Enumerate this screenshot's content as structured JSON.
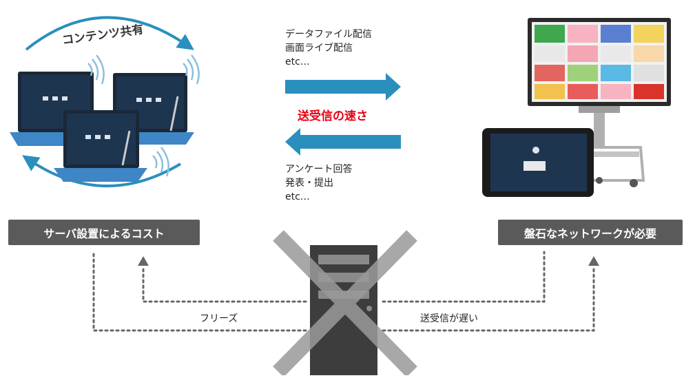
{
  "diagram": {
    "share_label": "コンテンツ共有",
    "downlink_lines": [
      "データファイル配信",
      "画面ライブ配信",
      "etc…"
    ],
    "speed_label": "送受信の速さ",
    "uplink_lines": [
      "アンケート回答",
      "発表・提出",
      "etc…"
    ],
    "server_cost_label": "サーバ設置によるコスト",
    "network_label": "盤石なネットワークが必要",
    "freeze_label": "フリーズ",
    "slow_label": "送受信が遅い",
    "colors": {
      "arrow_blue": "#2a8fbd",
      "speed_red": "#e60012",
      "label_gray": "#5a5a5a",
      "cross_gray": "#9a9a9a",
      "dotted_gray": "#666666"
    }
  }
}
